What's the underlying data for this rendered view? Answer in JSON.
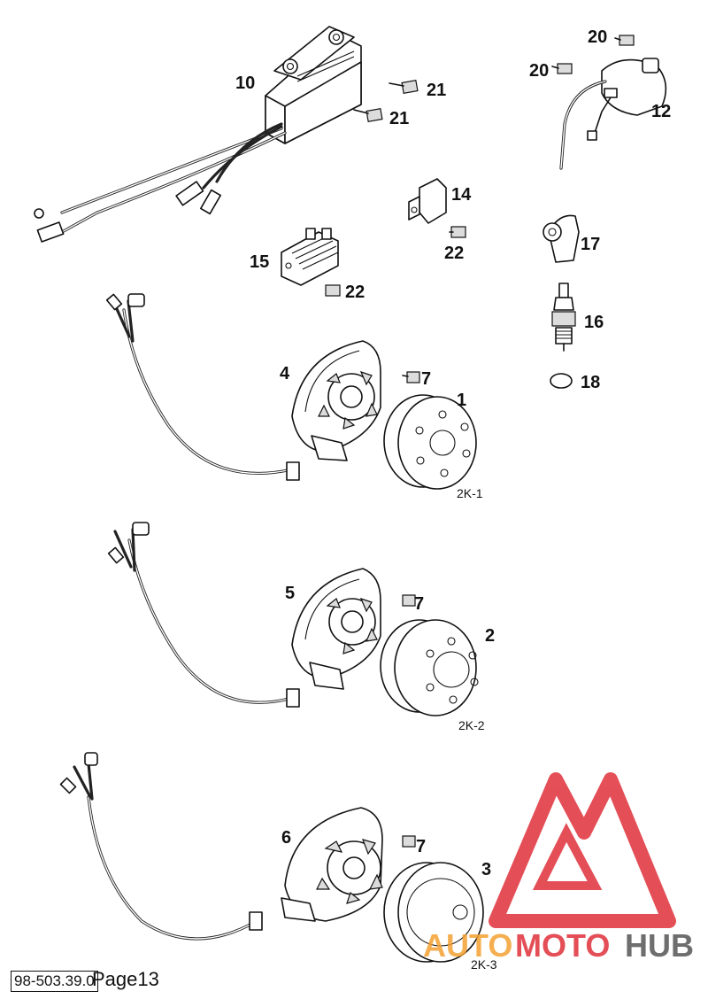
{
  "callouts": {
    "c10": "10",
    "c21a": "21",
    "c21b": "21",
    "c20a": "20",
    "c20b": "20",
    "c12": "12",
    "c14": "14",
    "c22a": "22",
    "c15": "15",
    "c22b": "22",
    "c17": "17",
    "c16": "16",
    "c18": "18",
    "c4": "4",
    "c7a": "7",
    "c1": "1",
    "c5": "5",
    "c7b": "7",
    "c2": "2",
    "c6": "6",
    "c7c": "7",
    "c3": "3"
  },
  "sublabels": {
    "k1": "2K-1",
    "k2": "2K-2",
    "k3": "2K-3"
  },
  "footer": {
    "doc_code": "98-503.39.0",
    "page": "Page13"
  },
  "watermark": {
    "text_auto": "AUTO",
    "text_moto": "MOTO",
    "text_hub": "HUB",
    "color_red": "#e0303a",
    "color_orange": "#f4a233",
    "color_grey": "#555555"
  }
}
